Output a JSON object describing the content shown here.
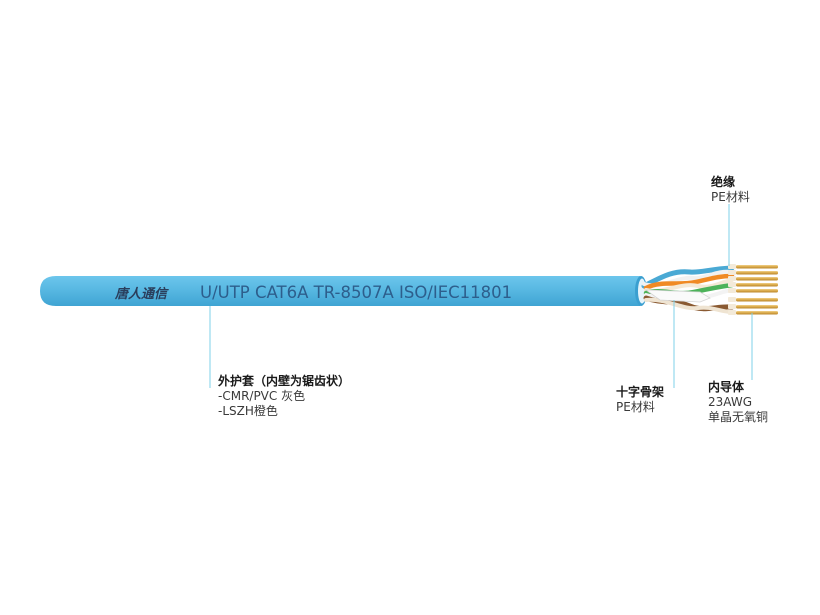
{
  "cable": {
    "brand": "唐人通信",
    "print_text": "U/UTP CAT6A TR-8507A ISO/IEC11801"
  },
  "labels": {
    "insulation": {
      "title": "绝缘",
      "lines": [
        "PE材料"
      ]
    },
    "jacket": {
      "title": "外护套（内壁为锯齿状）",
      "lines": [
        "-CMR/PVC 灰色",
        "-LSZH橙色"
      ]
    },
    "cross_filler": {
      "title": "十字骨架",
      "lines": [
        "PE材料"
      ]
    },
    "conductor": {
      "title": "内导体",
      "lines": [
        "23AWG",
        "单晶无氧铜"
      ]
    }
  },
  "colors": {
    "jacket": "#5ab9e3",
    "jacket_edge": "#3a9fd0",
    "print": "#2d5e8c",
    "leader": "#7fd0e8",
    "copper": "#d9a94a",
    "insulation": "#f3ead9"
  }
}
